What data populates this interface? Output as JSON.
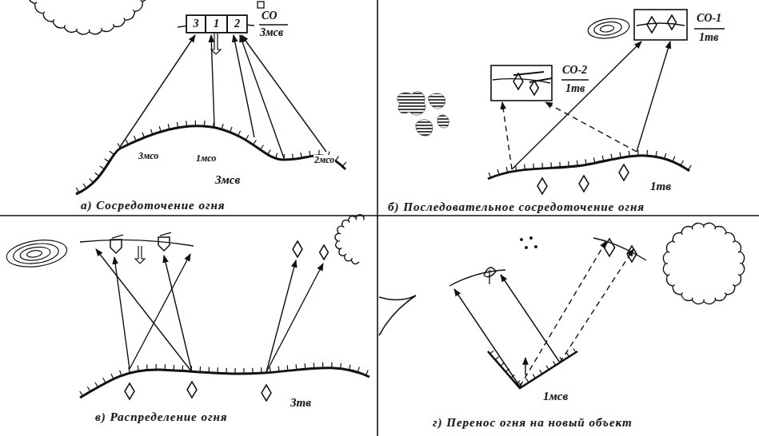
{
  "diagram": {
    "nodes": [
      {
        "text": [
          "3"
        ]
      },
      {
        "text": [
          "1"
        ]
      },
      {
        "text": [
          "2"
        ]
      }
    ],
    "labels": [
      "СО",
      "3мсв",
      "3мсо",
      "1мсо",
      "2мсо",
      "3мсв",
      "а) Сосредоточение огня",
      "СО-2",
      "1тв",
      "СО-1",
      "1тв",
      "1тв",
      "б) Последовательное сосредоточение огня",
      "3тв",
      "в) Распределение огня",
      "1мсв",
      "г) Перенос огня на новый объект"
    ]
  }
}
